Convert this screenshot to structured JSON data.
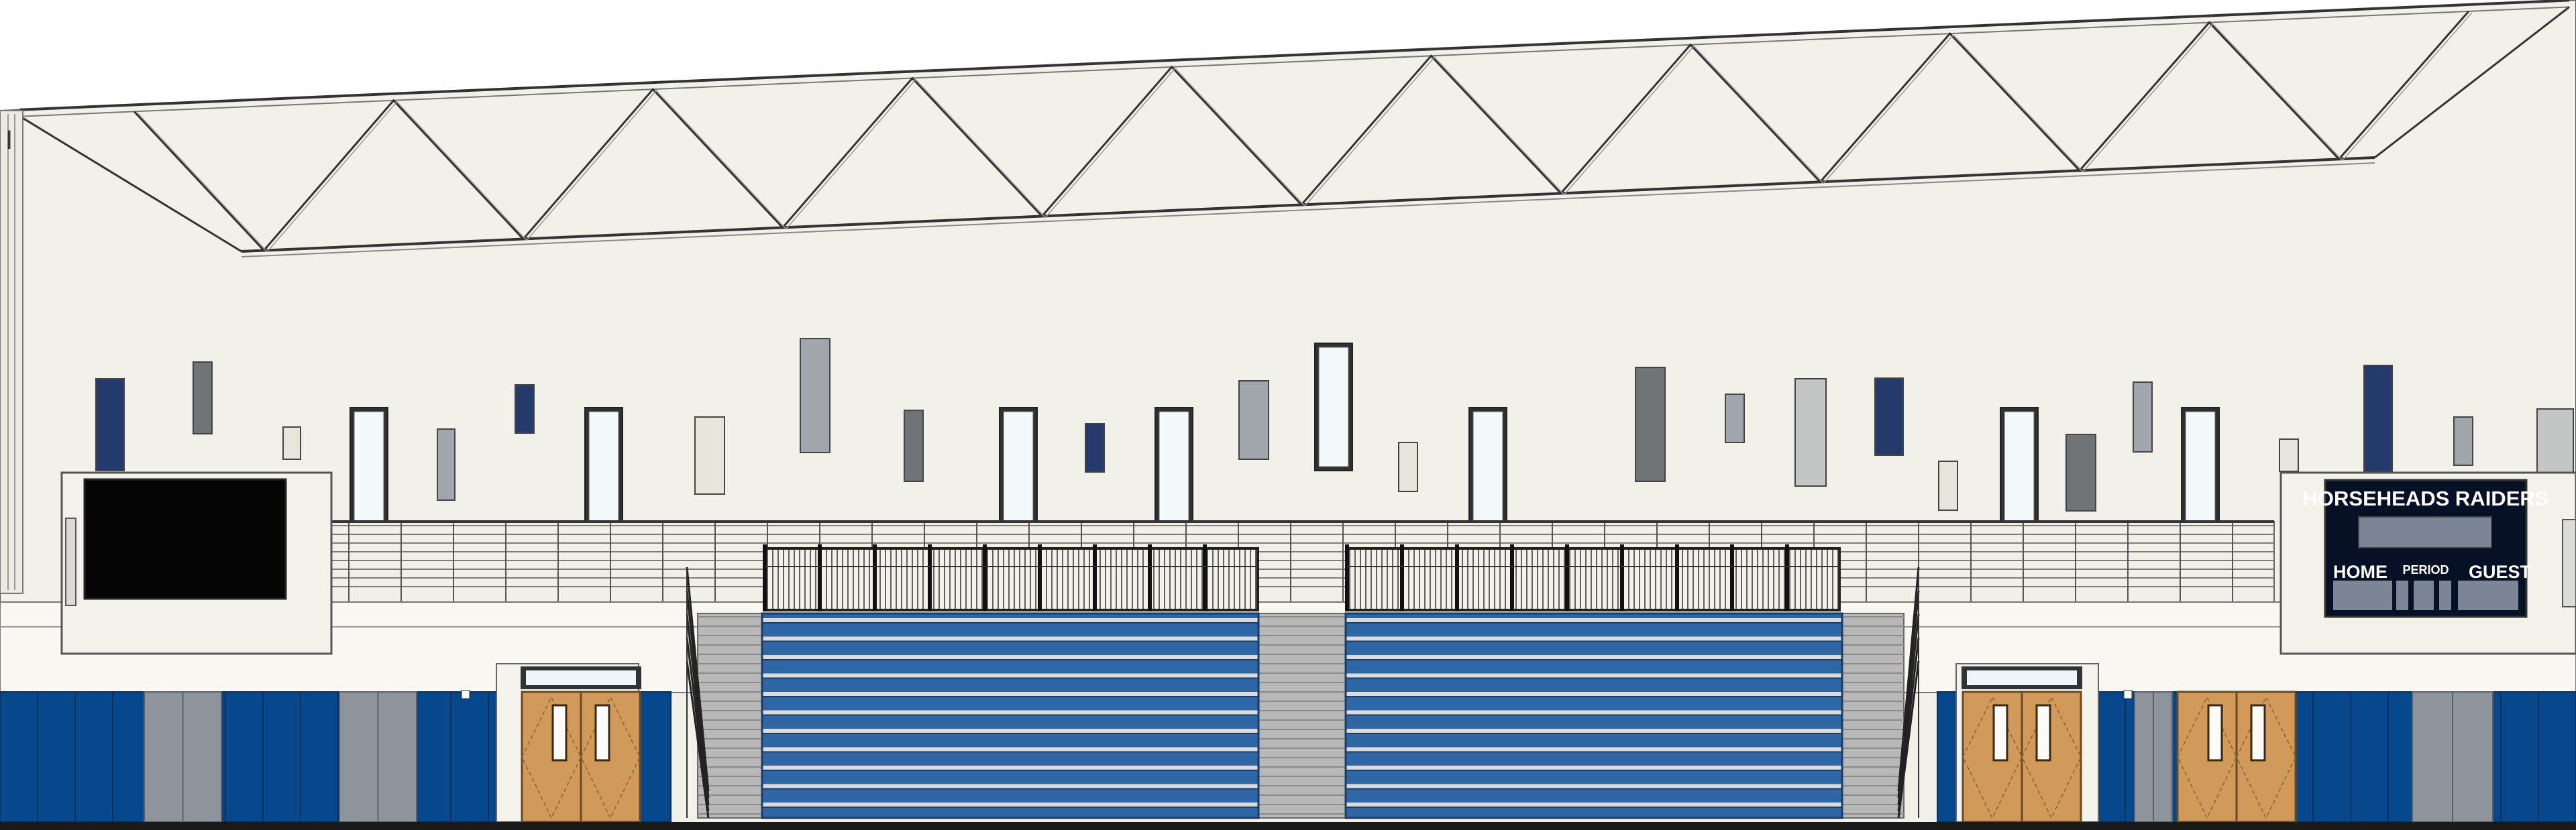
{
  "scoreboard": {
    "title": "HORSEHEADS RAIDERS",
    "home_label": "HOME",
    "period_label": "PERIOD",
    "guest_label": "GUEST"
  },
  "colors": {
    "wall": "#f2f1e9",
    "wall_lower": "#f8f7f1",
    "navy_panel": "#07478c",
    "gray_panel": "#8e949b",
    "bleacher_blue": "#2f66a5",
    "bleacher_light": "#d9dcde",
    "door_wood": "#d29a5a",
    "video_board": "#050505",
    "scoreboard_bg": "#071126",
    "accent_navy": "#233a6b"
  },
  "icons": {
    "door": "double-door-icon",
    "window": "clerestory-window-icon",
    "video_board": "video-board-icon",
    "scoreboard": "scoreboard-icon"
  }
}
